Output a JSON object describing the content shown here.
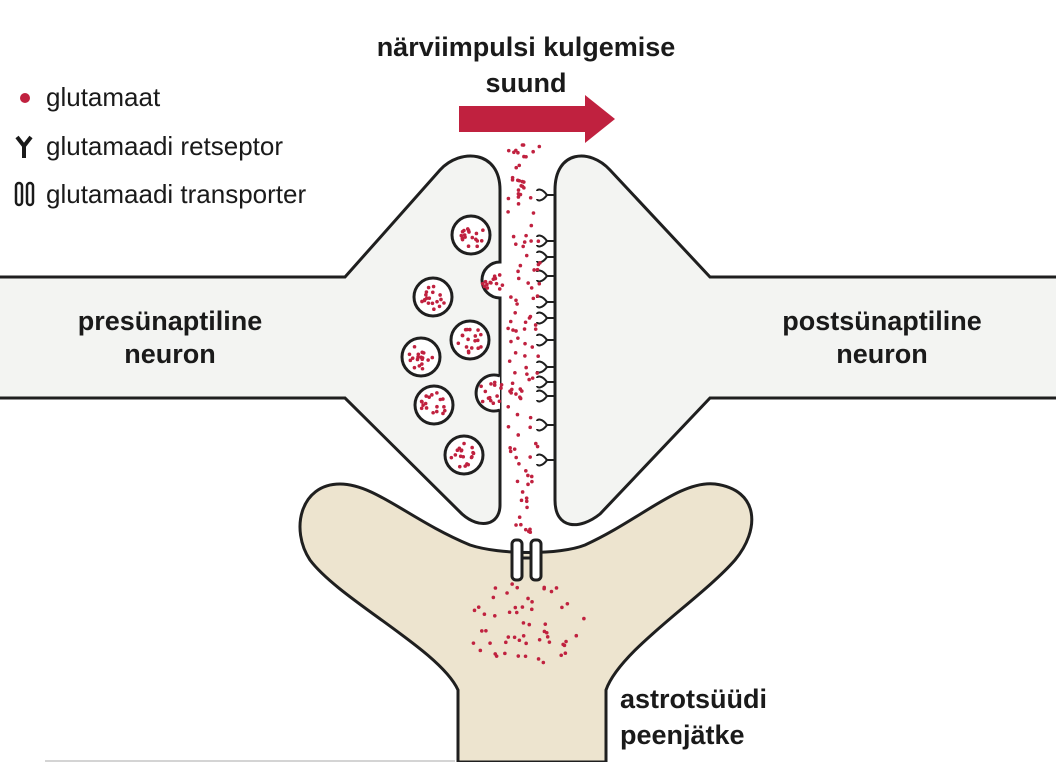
{
  "title": {
    "line1": "närviimpulsi kulgemise",
    "line2": "suund"
  },
  "legend": {
    "items": [
      {
        "icon": "dot-icon",
        "label": "glutamaat"
      },
      {
        "icon": "receptor-icon",
        "label": "glutamaadi retseptor"
      },
      {
        "icon": "transporter-icon",
        "label": "glutamaadi transporter"
      }
    ]
  },
  "labels": {
    "presynaptic": {
      "line1": "presünaptiline",
      "line2": "neuron"
    },
    "postsynaptic": {
      "line1": "postsünaptiline",
      "line2": "neuron"
    },
    "astrocyte": {
      "line1": "astrotsüüdi",
      "line2": "peenjätke"
    }
  },
  "colors": {
    "glutamate": "#c0213f",
    "arrow": "#c0213f",
    "neuron_fill": "#f3f4f2",
    "astrocyte_fill": "#ede4cf",
    "outline": "#1f1f1f"
  },
  "counts": {
    "vesicles": 7,
    "receptors": 12,
    "transporters": 1
  }
}
